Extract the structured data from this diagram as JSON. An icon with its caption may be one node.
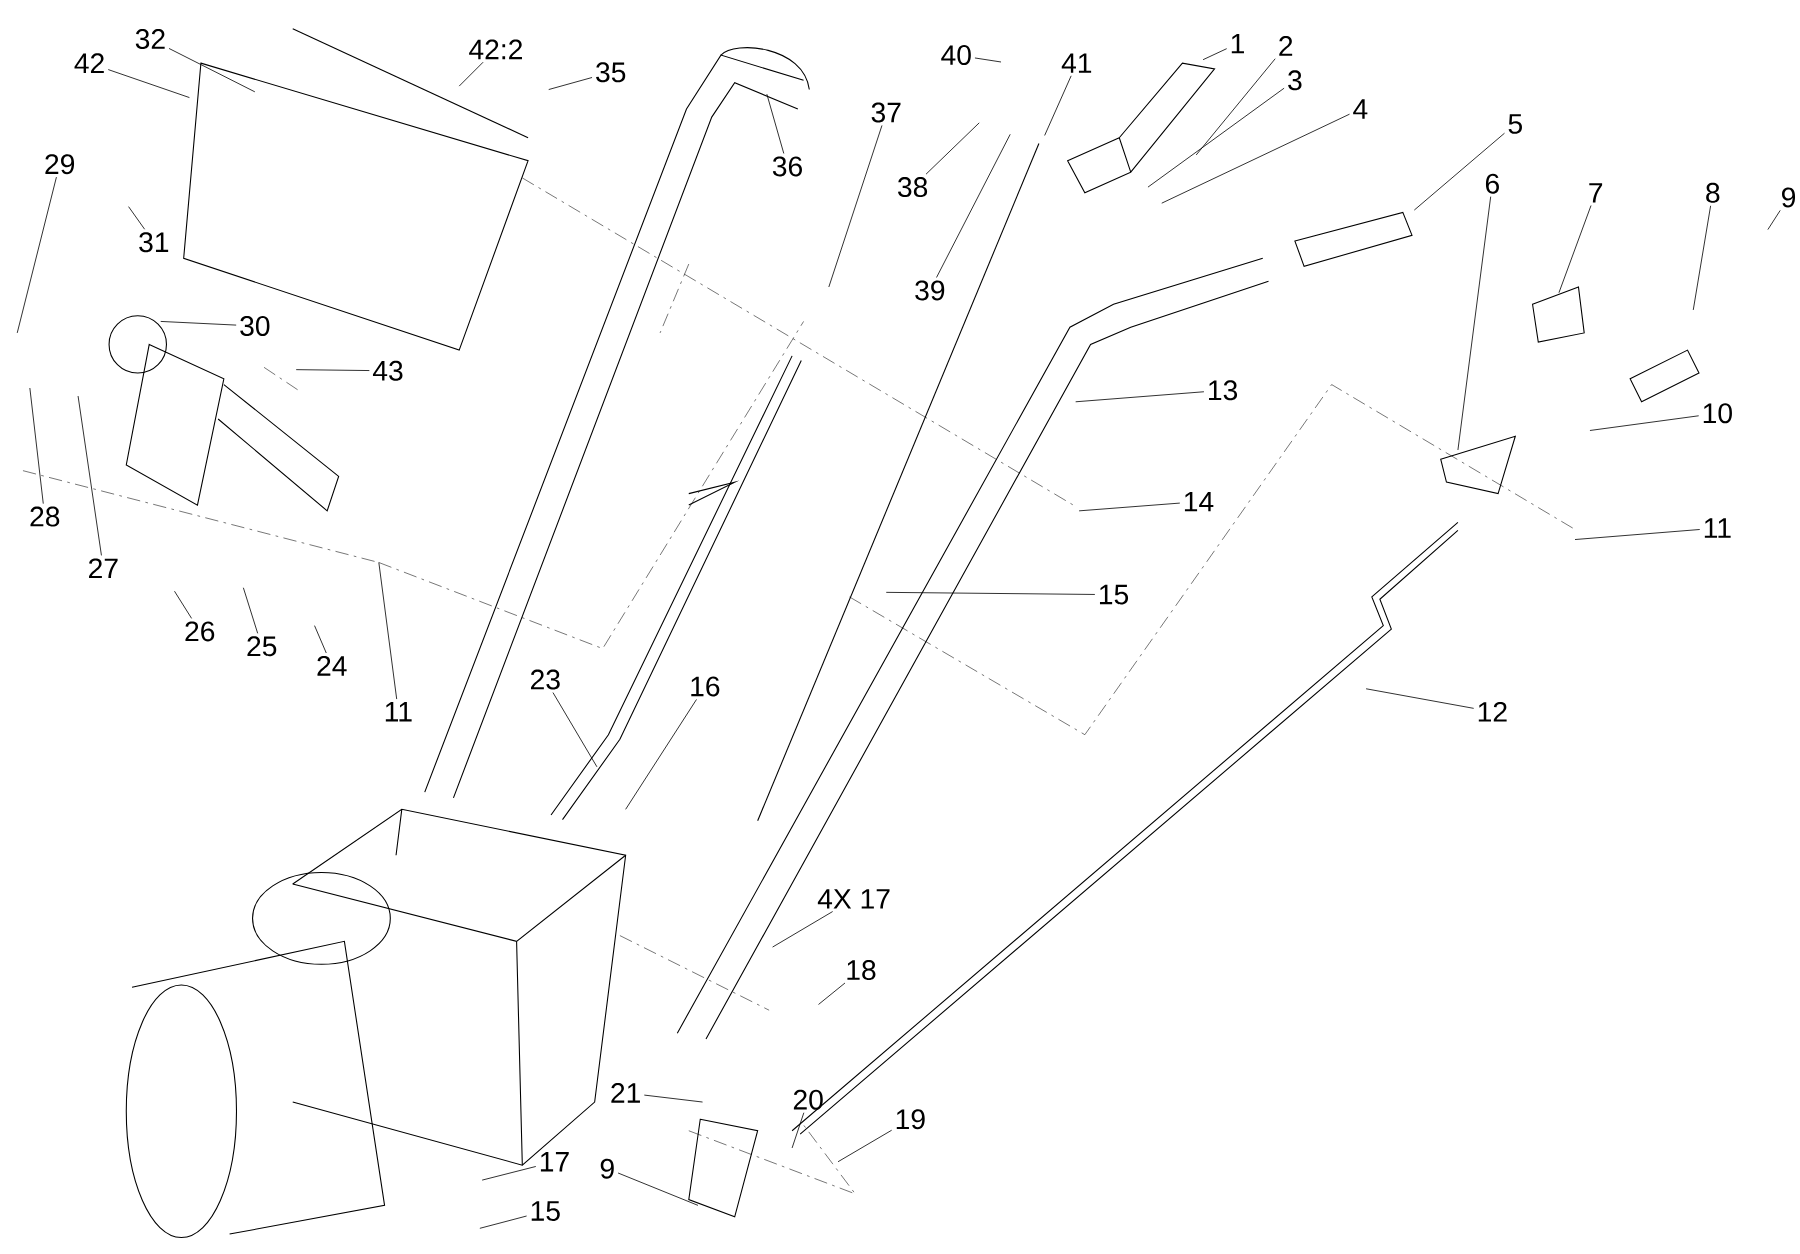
{
  "diagram": {
    "nodes": [
      {
        "text": [
          "32"
        ]
      },
      {
        "text": [
          "42"
        ]
      },
      {
        "text": [
          "42:2"
        ]
      },
      {
        "text": [
          "35"
        ]
      },
      {
        "text": [
          "40"
        ]
      },
      {
        "text": [
          "41"
        ]
      },
      {
        "text": [
          "1"
        ]
      },
      {
        "text": [
          "2"
        ]
      },
      {
        "text": [
          "3"
        ]
      },
      {
        "text": [
          "4"
        ]
      },
      {
        "text": [
          "5"
        ]
      },
      {
        "text": [
          "36"
        ]
      },
      {
        "text": [
          "37"
        ]
      },
      {
        "text": [
          "38"
        ]
      },
      {
        "text": [
          "29"
        ]
      },
      {
        "text": [
          "6"
        ]
      },
      {
        "text": [
          "7"
        ]
      },
      {
        "text": [
          "8"
        ]
      },
      {
        "text": [
          "9"
        ]
      },
      {
        "text": [
          "31"
        ]
      },
      {
        "text": [
          "39"
        ]
      },
      {
        "text": [
          "30"
        ]
      },
      {
        "text": [
          "43"
        ]
      },
      {
        "text": [
          "13"
        ]
      },
      {
        "text": [
          "10"
        ]
      },
      {
        "text": [
          "14"
        ]
      },
      {
        "text": [
          "28"
        ]
      },
      {
        "text": [
          "11"
        ]
      },
      {
        "text": [
          "27"
        ]
      },
      {
        "text": [
          "15"
        ]
      },
      {
        "text": [
          "26"
        ]
      },
      {
        "text": [
          "25"
        ]
      },
      {
        "text": [
          "24"
        ]
      },
      {
        "text": [
          "23"
        ]
      },
      {
        "text": [
          "16"
        ]
      },
      {
        "text": [
          "11"
        ]
      },
      {
        "text": [
          "12"
        ]
      },
      {
        "text": [
          "4X 17"
        ]
      },
      {
        "text": [
          "18"
        ]
      },
      {
        "text": [
          "21"
        ]
      },
      {
        "text": [
          "20"
        ]
      },
      {
        "text": [
          "19"
        ]
      },
      {
        "text": [
          "17"
        ]
      },
      {
        "text": [
          "9"
        ]
      },
      {
        "text": [
          "15"
        ]
      }
    ],
    "edges": [
      {
        "from": 0,
        "to": null,
        "arrow": "none"
      },
      {
        "from": 1,
        "to": null,
        "arrow": "none"
      },
      {
        "from": 2,
        "to": null,
        "arrow": "none"
      },
      {
        "from": 3,
        "to": null,
        "arrow": "none"
      },
      {
        "from": 4,
        "to": null,
        "arrow": "none"
      },
      {
        "from": 5,
        "to": null,
        "arrow": "none"
      },
      {
        "from": 6,
        "to": null,
        "arrow": "none"
      },
      {
        "from": 7,
        "to": null,
        "arrow": "none"
      },
      {
        "from": 8,
        "to": null,
        "arrow": "none"
      },
      {
        "from": 9,
        "to": null,
        "arrow": "none"
      },
      {
        "from": 10,
        "to": null,
        "arrow": "none"
      },
      {
        "from": 11,
        "to": null,
        "arrow": "none"
      },
      {
        "from": 12,
        "to": null,
        "arrow": "none"
      },
      {
        "from": 13,
        "to": null,
        "arrow": "none"
      },
      {
        "from": 14,
        "to": null,
        "arrow": "none"
      },
      {
        "from": 15,
        "to": null,
        "arrow": "none"
      },
      {
        "from": 16,
        "to": null,
        "arrow": "none"
      },
      {
        "from": 17,
        "to": null,
        "arrow": "none"
      },
      {
        "from": 18,
        "to": null,
        "arrow": "none"
      },
      {
        "from": 19,
        "to": null,
        "arrow": "none"
      },
      {
        "from": 20,
        "to": null,
        "arrow": "none"
      },
      {
        "from": 21,
        "to": null,
        "arrow": "none"
      },
      {
        "from": 22,
        "to": null,
        "arrow": "none"
      },
      {
        "from": 23,
        "to": null,
        "arrow": "none"
      },
      {
        "from": 24,
        "to": null,
        "arrow": "none"
      },
      {
        "from": 25,
        "to": null,
        "arrow": "none"
      },
      {
        "from": 26,
        "to": null,
        "arrow": "none"
      },
      {
        "from": 27,
        "to": null,
        "arrow": "none"
      },
      {
        "from": 28,
        "to": null,
        "arrow": "none"
      },
      {
        "from": 29,
        "to": null,
        "arrow": "none"
      },
      {
        "from": 30,
        "to": null,
        "arrow": "none"
      },
      {
        "from": 31,
        "to": null,
        "arrow": "none"
      },
      {
        "from": 32,
        "to": null,
        "arrow": "none"
      },
      {
        "from": 33,
        "to": null,
        "arrow": "none"
      },
      {
        "from": 34,
        "to": null,
        "arrow": "none"
      },
      {
        "from": 35,
        "to": null,
        "arrow": "none"
      },
      {
        "from": 36,
        "to": null,
        "arrow": "none"
      },
      {
        "from": 37,
        "to": null,
        "arrow": "none"
      },
      {
        "from": 38,
        "to": null,
        "arrow": "none"
      },
      {
        "from": 39,
        "to": null,
        "arrow": "none"
      },
      {
        "from": 40,
        "to": null,
        "arrow": "none"
      },
      {
        "from": 41,
        "to": null,
        "arrow": "none"
      },
      {
        "from": 42,
        "to": null,
        "arrow": "none"
      },
      {
        "from": 43,
        "to": null,
        "arrow": "none"
      },
      {
        "from": 44,
        "to": null,
        "arrow": "none"
      }
    ]
  }
}
